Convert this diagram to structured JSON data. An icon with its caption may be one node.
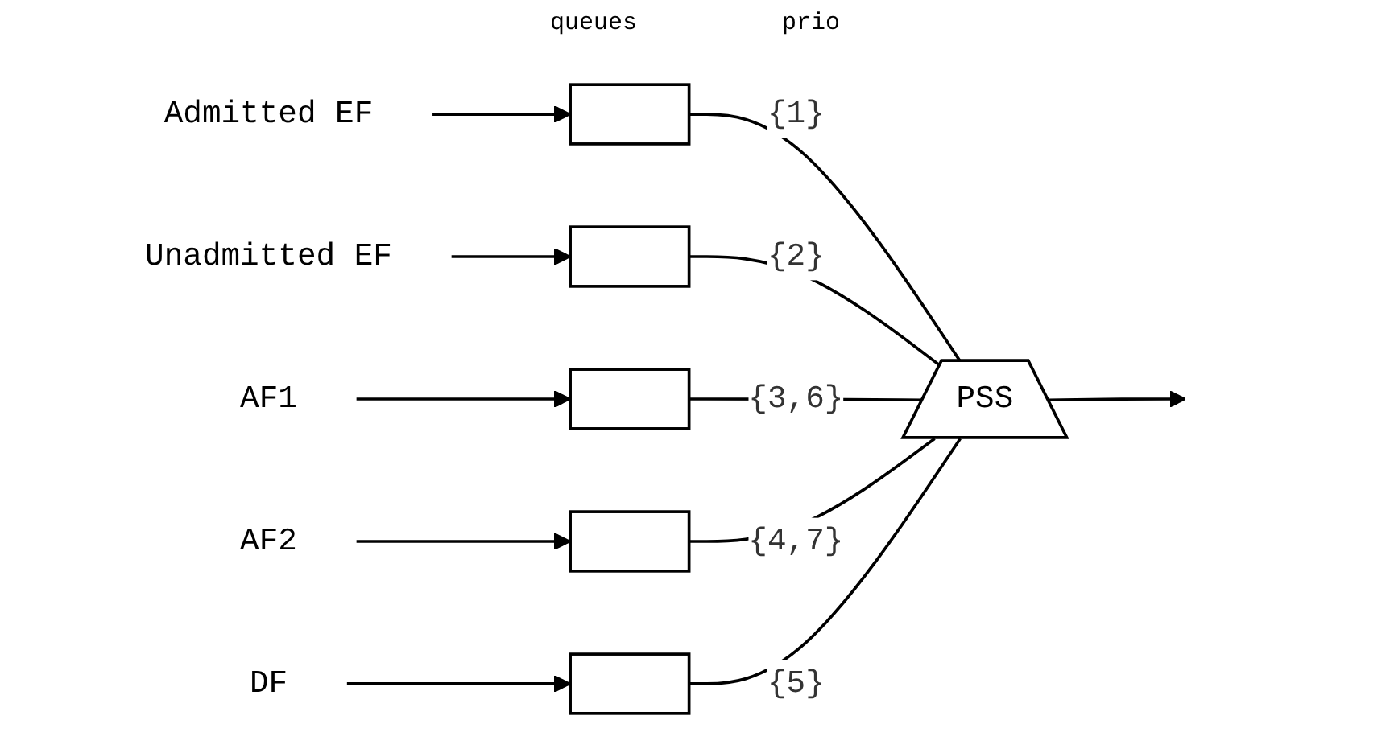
{
  "diagram": {
    "nodes": [
      {
        "text": [
          "Admitted EF"
        ]
      },
      {
        "text": [],
        "shape": "box"
      },
      {
        "text": [
          "Unadmitted EF"
        ]
      },
      {
        "text": [],
        "shape": "box"
      },
      {
        "text": [
          "AF1"
        ]
      },
      {
        "text": [],
        "shape": "box"
      },
      {
        "text": [
          "AF2"
        ]
      },
      {
        "text": [],
        "shape": "box"
      },
      {
        "text": [
          "DF"
        ]
      },
      {
        "text": [],
        "shape": "box"
      },
      {
        "text": [
          "PSS"
        ]
      }
    ],
    "edges": [
      {
        "from": 0,
        "to": 1,
        "arrow": "to"
      },
      {
        "from": 1,
        "to": 10,
        "arrow": "none",
        "label": "{1}"
      },
      {
        "from": 2,
        "to": 3,
        "arrow": "to"
      },
      {
        "from": 3,
        "to": 10,
        "arrow": "none",
        "label": "{2}"
      },
      {
        "from": 4,
        "to": 5,
        "arrow": "to"
      },
      {
        "from": 5,
        "to": 10,
        "arrow": "none",
        "label": "{3,6}"
      },
      {
        "from": 6,
        "to": 7,
        "arrow": "to"
      },
      {
        "from": 7,
        "to": 10,
        "arrow": "none",
        "label": "{4,7}"
      },
      {
        "from": 8,
        "to": 9,
        "arrow": "to"
      },
      {
        "from": 9,
        "to": 10,
        "arrow": "none",
        "label": "{5}"
      },
      {
        "from": 10,
        "to": null,
        "arrow": "to"
      }
    ],
    "labels": [
      "queues",
      "prio"
    ]
  }
}
